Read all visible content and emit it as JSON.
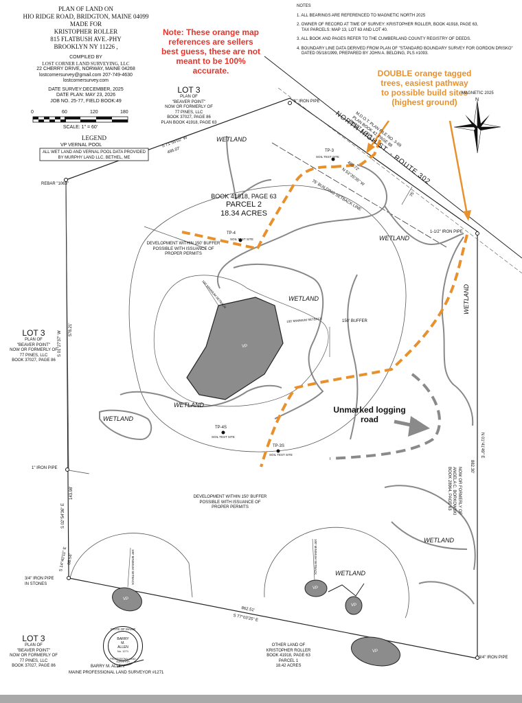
{
  "title_block": {
    "line1": "PLAN OF LAND ON",
    "line2": "HIO RIDGE ROAD, BRIDGTON, MAINE 04099",
    "line3": "MADE FOR",
    "line4": "KRISTOPHER ROLLER",
    "line5": "815 FLATBUSH AVE.-PHY",
    "line6": "BROOKLYN NY 11226 ,",
    "compiled": "COMPILED BY",
    "firm": "LOST CORNER LAND SURVEYING, LLC",
    "address": "22 CHERRY DRIVE, NORWAY, MAINE 04268",
    "contact": "lostcornersurvey@gmail.com 207-749-4630",
    "web": "lostcornersurvey.com",
    "date_survey": "DATE SURVEY:DECEMBER, 2025",
    "date_plan": "DATE PLAN: MAY 23, 2026",
    "job": "JOB NO. 25-77, FIELD BOOK:49"
  },
  "scale_bar": {
    "ticks": [
      "0",
      "60",
      "120",
      "180"
    ],
    "label": "SCALE: 1\" = 60'"
  },
  "legend": {
    "title": "LEGEND",
    "entry": "VP  VERNAL POOL",
    "note": "ALL WET LAND AND VERNAL POOL DATA PROVIDED BY MURPHY LAND LLC. BETHEL, ME"
  },
  "seller_note": "Note: These orange map references are sellers best guess, these are not meant to be 100% accurate.",
  "notes": {
    "title": "NOTES",
    "items": [
      "1. ALL BEARINGS ARE REFERENCED TO MAGNETIC NORTH 2025",
      "2. OWNER OF RECORD AT TIME OF SURVEY: KRISTOPHER ROLLER, BOOK 41918, PAGE 63,",
      "TAX PARCELS: MAP 13, LOT 63 AND LOT 40.",
      "3. ALL BOOK AND PAGES REFER TO THE CUMBERLAND COUNTY REGISTRY OF DEEDS.",
      "4. BOUNDARY LINE DATA DERIVED FROM PLAN OF \"STANDARD BOUNDARY SURVEY FOR GORDON DRISKO\"",
      "DATED 05/18/1999, PREPARED BY JOHN A. BELDING, PLS #1093."
    ]
  },
  "double_orange_note": "DOUBLE orange tagged trees, easiest pathway to possible build sites (highest ground)",
  "magnetic_label": "MAGNETIC 2025",
  "compass_letter": "N",
  "parcel": {
    "book": "BOOK 41918, PAGE 63",
    "name": "PARCEL 2",
    "area": "18.34 ACRES"
  },
  "lot3_top": {
    "title": "LOT 3",
    "lines": [
      "PLAN OF",
      "\"BEAVER POINT\"",
      "NOW OR FORMERLY OF",
      "77 PINES, LLC",
      "BOOK 37027, PAGE 86",
      "PLAN BOOK 41918, PAGE 63"
    ]
  },
  "lot3_left": {
    "title": "LOT 3",
    "lines": [
      "PLAN OF",
      "\"BEAVER POINT\"",
      "NOW OR FORMERLY OF",
      "77 PINES, LLC",
      "BOOK 37027, PAGE 86"
    ]
  },
  "lot3_bottom": {
    "title": "LOT 3",
    "lines": [
      "PLAN OF",
      "\"BEAVER POINT\"",
      "NOW OR FORMERLY OF",
      "77 PINES, LLC",
      "BOOK 37027, PAGE 86"
    ]
  },
  "other_land": {
    "lines": [
      "OTHER LAND OF",
      "KRISTOPHER ROLLER",
      "BOOK 41918, PAGE 63"
    ],
    "parcel": "PARCEL 1",
    "area": "18.42 ACRES"
  },
  "right_owner": [
    "NOW OR FORMERLY OF",
    "ANGELA C. BORKOWSKI",
    "BOOK 28964, PAGE 63"
  ],
  "mdot": [
    "M.D.O.T. PLAN FILE NO. 3-69",
    "PLAN BOOK 42, PAGE 88",
    "SHEET 4 OF 5"
  ],
  "road": "NORTH HIGH ST. - ROUTE 302",
  "setback_line": "75' BUILDING SETBACK LINE",
  "setback_75": "75'",
  "buffer_150": "150' BUFFER",
  "min_setback": "100' MINIMUM SETBACK",
  "dev_buffer_1": [
    "DEVELOPMENT WITHIN 150' BUFFER",
    "POSSIBLE WITH ISSUANCE OF",
    "PROPER PERMITS"
  ],
  "dev_buffer_2": [
    "DEVELOPMENT WITHIN 150' BUFFER",
    "POSSIBLE WITH ISSUANCE OF",
    "PROPER PERMITS"
  ],
  "pipes": {
    "top": "1\" IRON PIPE",
    "rebar": "REBAR \"1063\"",
    "right": "1-1/2\" IRON PIPE",
    "left_mid": "1\" IRON PIPE",
    "stones": [
      "3/4\" IRON PIPE",
      "IN STONES"
    ],
    "bottom_right": "3/4\" IRON PIPE"
  },
  "bearings": {
    "top_left": "S 71°55'02\" W",
    "top_left_dist": "495.07'",
    "road_dist": "485.72'",
    "road_bearing": "N 53°35'35\" W",
    "left_bearing": "S 01°27'37\" W",
    "left_dist": "578.21'",
    "left2_bearing": "S 02°54'36\" E",
    "left2_dist": "143.98'",
    "left3_bearing": "S 14°40'11\" E",
    "left3_dist": "88.54'",
    "bottom_dist": "862.51'",
    "bottom_bearing": "S 77°03'25\" E",
    "right_bearing": "N 01°41'49\" E",
    "right_dist": "882.30'"
  },
  "wetlands": [
    "WETLAND",
    "WETLAND",
    "WETLAND",
    "WETLAND",
    "WETLAND",
    "WETLAND",
    "WETLAND",
    "WETLAND"
  ],
  "vp_labels": [
    "VP",
    "VP",
    "VP",
    "VP",
    "VP"
  ],
  "test_pits": {
    "tp3": "TP-3",
    "tp4": "TP-4",
    "tp4s": "TP-4S",
    "tp3s": "TP-3S",
    "soil": "SOIL TEST SITE"
  },
  "logging_road": "Unmarked logging road",
  "seal": {
    "state": "STATE OF MAINE",
    "name_first": "BARRY",
    "name_mid": "M.",
    "name_last": "ALLEN",
    "number": "No. 1271",
    "ring": "PROFESSIONAL LAND SURVEYOR",
    "signature": "BARRY M. ALLEN",
    "license": "MAINE PROFESSIONAL LAND SURVEYOR #1271"
  },
  "colors": {
    "orange": "#e8902b",
    "red": "#e8322a",
    "grey_path": "#8a8a8a",
    "vp_fill": "#8c8c8c"
  }
}
